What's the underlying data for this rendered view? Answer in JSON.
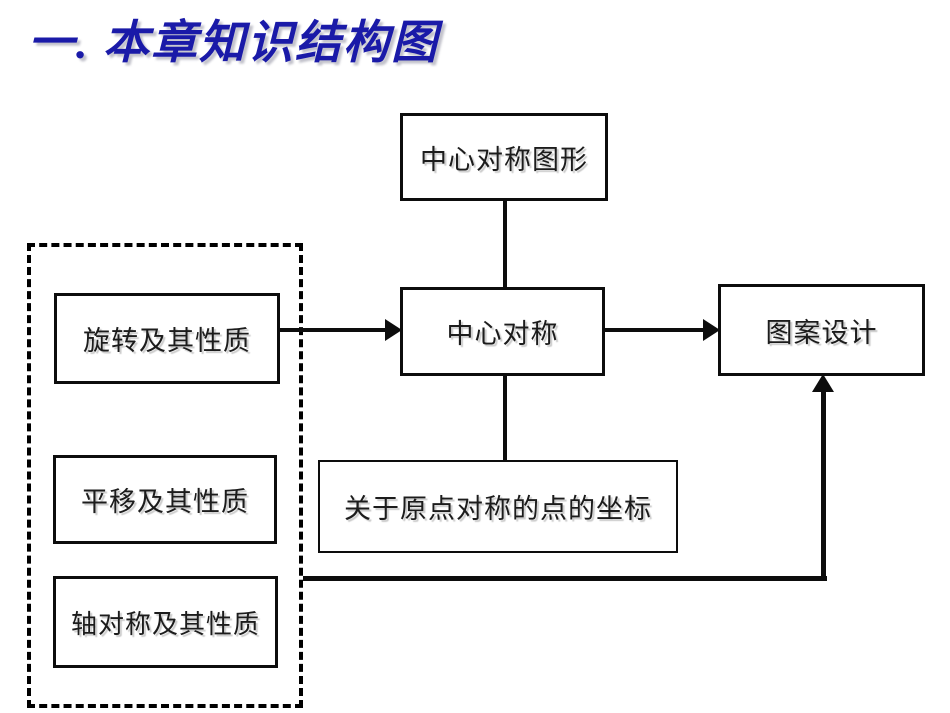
{
  "slide": {
    "title": "一. 本章知识结构图",
    "title_color": "#1a1aa8",
    "background_color": "#ffffff",
    "line_color": "#0d0d0d",
    "text_color": "#1c1c1c"
  },
  "diagram": {
    "type": "flowchart",
    "group_label": "",
    "nodes": [
      {
        "id": "symmetric-figure",
        "label": "中心对称图形"
      },
      {
        "id": "center-symmetry",
        "label": "中心对称"
      },
      {
        "id": "pattern-design",
        "label": "图案设计"
      },
      {
        "id": "rotation",
        "label": "旋转及其性质"
      },
      {
        "id": "translation",
        "label": "平移及其性质"
      },
      {
        "id": "axial-symmetry",
        "label": "轴对称及其性质"
      },
      {
        "id": "origin-coords",
        "label": "关于原点对称的点的坐标"
      }
    ],
    "edges": [
      {
        "from": "symmetric-figure",
        "to": "center-symmetry",
        "style": "line",
        "direction": "none"
      },
      {
        "from": "center-symmetry",
        "to": "origin-coords",
        "style": "line",
        "direction": "none"
      },
      {
        "from": "rotation",
        "to": "center-symmetry",
        "style": "arrow",
        "direction": "right"
      },
      {
        "from": "center-symmetry",
        "to": "pattern-design",
        "style": "arrow",
        "direction": "right"
      },
      {
        "from": "group",
        "to": "pattern-design",
        "style": "arrow",
        "direction": "up"
      }
    ],
    "group": {
      "id": "transformations-group",
      "border": "dashed",
      "members": [
        "rotation",
        "translation",
        "axial-symmetry"
      ]
    }
  }
}
